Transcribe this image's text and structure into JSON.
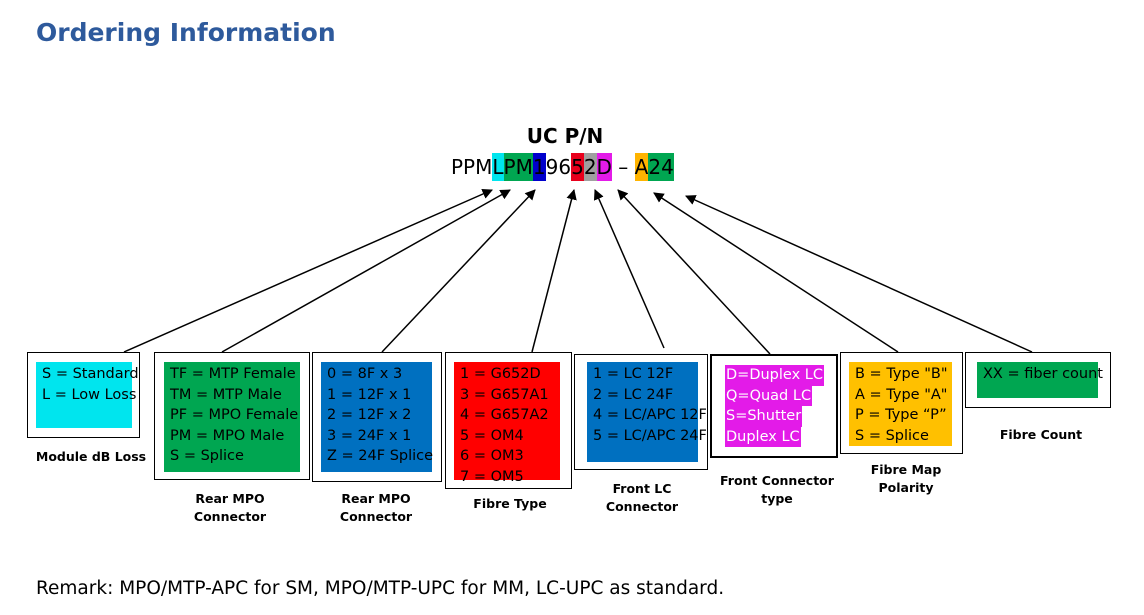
{
  "title": "Ordering Information",
  "part_number": {
    "heading": "UC P/N",
    "segments": [
      {
        "text": "PPM",
        "bg": "#FFFFFF"
      },
      {
        "text": "L",
        "bg": "#00E5EE"
      },
      {
        "text": "PM",
        "bg": "#00A651"
      },
      {
        "text": "1",
        "bg": "#0000CC"
      },
      {
        "text": "9",
        "bg": "#FFFFFF"
      },
      {
        "text": "6",
        "bg": "#FFFFFF"
      },
      {
        "text": "5",
        "bg": "#E8001C"
      },
      {
        "text": "2",
        "bg": "#A0A0A0"
      },
      {
        "text": "D",
        "bg": "#E31BE8"
      },
      {
        "text": " – ",
        "bg": "#FFFFFF"
      },
      {
        "text": "A",
        "bg": "#FFB400"
      },
      {
        "text": "24",
        "bg": "#00A651"
      }
    ]
  },
  "option_groups": [
    {
      "fill_color": "#00E5EE",
      "lines": [
        "S = Standard",
        "L = Low Loss"
      ],
      "caption_lines": [
        "Module dB Loss"
      ]
    },
    {
      "fill_color": "#00A651",
      "lines": [
        "TF = MTP Female",
        "TM = MTP Male",
        "PF = MPO Female",
        "PM = MPO Male",
        " S = Splice"
      ],
      "caption_lines": [
        "Rear MPO",
        "Connector"
      ]
    },
    {
      "fill_color": "#0070C0",
      "lines": [
        "0 = 8F x 3",
        "1 = 12F x 1",
        "2 = 12F x 2",
        "3 = 24F x 1",
        "Z = 24F Splice"
      ],
      "caption_lines": [
        "Rear MPO",
        "Connector"
      ]
    },
    {
      "fill_color": "#FF0000",
      "lines": [
        "1 = G652D",
        "3 = G657A1",
        "4 = G657A2",
        "5 = OM4",
        "6 = OM3",
        "7 = OM5"
      ],
      "caption_lines": [
        "Fibre Type"
      ]
    },
    {
      "fill_color": "#0070C0",
      "lines": [
        "1 = LC 12F",
        "2 = LC 24F",
        "4 = LC/APC 12F",
        "5 = LC/APC 24F"
      ],
      "caption_lines": [
        "Front LC",
        "Connector"
      ]
    },
    {
      "fill_color": "#E31BE8",
      "lines": [
        "D=Duplex LC",
        "Q=Quad LC",
        "S=Shutter",
        "Duplex LC"
      ],
      "caption_lines": [
        "Front Connector",
        "type"
      ]
    },
    {
      "fill_color": "#FFC000",
      "lines": [
        "B = Type \"B\"",
        "A = Type \"A\"",
        "P = Type “P”",
        "S = Splice"
      ],
      "caption_lines": [
        "Fibre Map",
        "Polarity"
      ]
    },
    {
      "fill_color": "#00A651",
      "lines": [
        "XX = fiber count"
      ],
      "caption_lines": [
        "Fibre Count"
      ]
    }
  ],
  "remark": "Remark: MPO/MTP-APC for SM, MPO/MTP-UPC for MM, LC-UPC as standard."
}
